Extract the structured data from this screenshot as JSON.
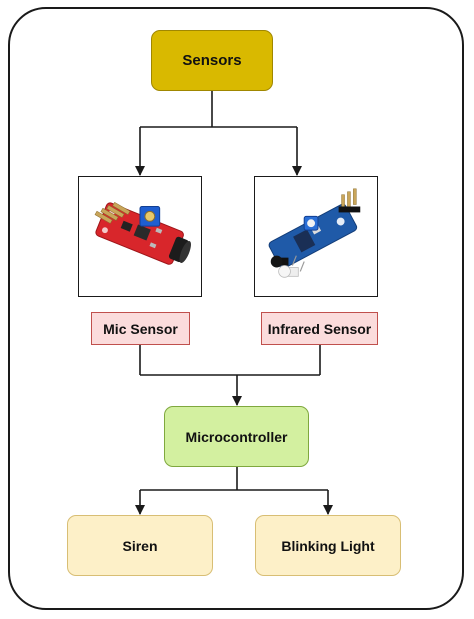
{
  "nodes": {
    "sensors": "Sensors",
    "mic_sensor": "Mic Sensor",
    "infrared_sensor": "Infrared Sensor",
    "microcontroller": "Microcontroller",
    "siren": "Siren",
    "blinking_light": "Blinking Light"
  },
  "images": {
    "mic_module": "microphone-sensor-module-image",
    "ir_module": "infrared-sensor-module-image"
  },
  "colors": {
    "sensors_fill": "#d9b900",
    "sensor_label_fill": "#fbdcdc",
    "sensor_label_border": "#c0504d",
    "microcontroller_fill": "#d3f0a0",
    "output_fill": "#fdf0c8",
    "connector": "#1a1a1a"
  }
}
